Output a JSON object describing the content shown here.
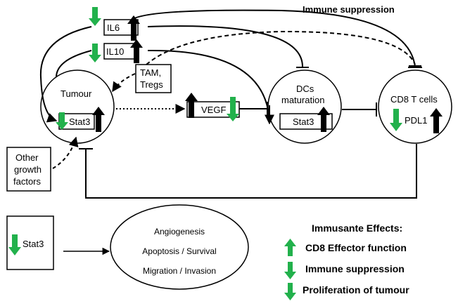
{
  "title": "Immune suppression",
  "nodes": {
    "il6": "IL6",
    "il10": "IL10",
    "tam": [
      "TAM,",
      "Tregs"
    ],
    "tumour": "Tumour",
    "tumour_stat3": "Stat3",
    "vegf": "VEGF",
    "dcs": [
      "DCs",
      "maturation"
    ],
    "dcs_stat3": "Stat3",
    "cd8": "CD8 T cells",
    "pdl1": "PDL1",
    "growth": [
      "Other",
      "growth",
      "factors"
    ]
  },
  "legend": {
    "stat3": "Stat3",
    "effects": [
      "Angiogenesis",
      "Apoptosis / Survival",
      "Migration / Invasion"
    ],
    "heading": "Immusante Effects:",
    "items": [
      {
        "label": "CD8 Effector function",
        "direction": "up"
      },
      {
        "label": "Immune suppression",
        "direction": "down"
      },
      {
        "label": "Proliferation of tumour",
        "direction": "down"
      }
    ]
  },
  "colors": {
    "down_arrow": "#22b14c",
    "up_arrow": "#000000",
    "accent_up": "#22b14c"
  }
}
